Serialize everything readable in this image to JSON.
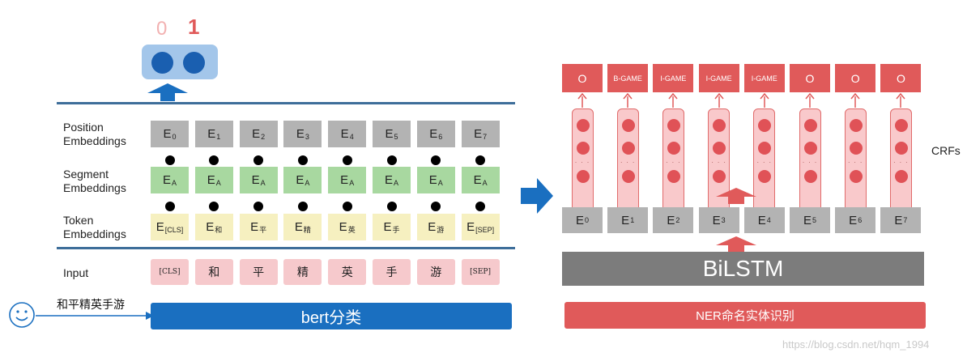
{
  "output_labels": {
    "zero": "0",
    "one": "1"
  },
  "rows": {
    "position": {
      "label": "Position\nEmbeddings",
      "cells": [
        [
          "E",
          "0"
        ],
        [
          "E",
          "1"
        ],
        [
          "E",
          "2"
        ],
        [
          "E",
          "3"
        ],
        [
          "E",
          "4"
        ],
        [
          "E",
          "5"
        ],
        [
          "E",
          "6"
        ],
        [
          "E",
          "7"
        ]
      ]
    },
    "segment": {
      "label": "Segment\nEmbeddings",
      "cells": [
        [
          "E",
          "A"
        ],
        [
          "E",
          "A"
        ],
        [
          "E",
          "A"
        ],
        [
          "E",
          "A"
        ],
        [
          "E",
          "A"
        ],
        [
          "E",
          "A"
        ],
        [
          "E",
          "A"
        ],
        [
          "E",
          "A"
        ]
      ]
    },
    "token": {
      "label": "Token\nEmbeddings",
      "cells": [
        [
          "E",
          "[CLS]"
        ],
        [
          "E",
          "和"
        ],
        [
          "E",
          "平"
        ],
        [
          "E",
          "精"
        ],
        [
          "E",
          "英"
        ],
        [
          "E",
          "手"
        ],
        [
          "E",
          "游"
        ],
        [
          "E",
          "[SEP]"
        ]
      ]
    },
    "input": {
      "label": "Input",
      "cells": [
        "[CLS]",
        "和",
        "平",
        "精",
        "英",
        "手",
        "游",
        "[SEP]"
      ]
    }
  },
  "sentence": "和平精英手游",
  "bert_label": "bert分类",
  "ner_tags": [
    "O",
    "B-GAME",
    "I-GAME",
    "I-GAME",
    "I-GAME",
    "O",
    "O",
    "O"
  ],
  "crf_label": "CRFs",
  "lstm_ellipsis": "· · ·",
  "bilstm_embeddings": [
    [
      "E",
      "0"
    ],
    [
      "E",
      "1"
    ],
    [
      "E",
      "2"
    ],
    [
      "E",
      "3"
    ],
    [
      "E",
      "4"
    ],
    [
      "E",
      "5"
    ],
    [
      "E",
      "6"
    ],
    [
      "E",
      "7"
    ]
  ],
  "bilstm_label": "BiLSTM",
  "ner_label": "NER命名实体识别",
  "watermark": "https://blog.csdn.net/hqm_1994",
  "colors": {
    "blue": "#1a6fc0",
    "red": "#e05a5a",
    "gray": "#8a8a8a"
  }
}
